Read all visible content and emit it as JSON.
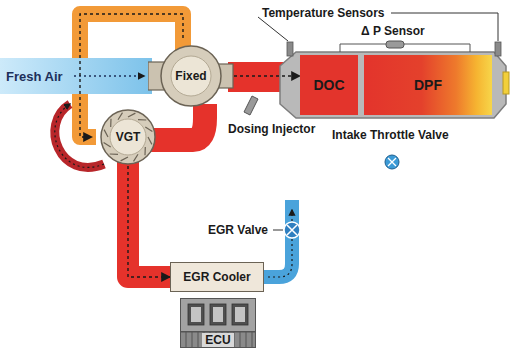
{
  "diagram": {
    "nodes": [
      {
        "text": [
          "Fixed"
        ]
      },
      {
        "text": [
          "VGT"
        ]
      },
      {
        "text": [
          "DOC"
        ]
      },
      {
        "text": [
          "DPF"
        ]
      },
      {
        "text": [
          "EGR Cooler"
        ]
      },
      {
        "text": [
          "ECU"
        ]
      }
    ],
    "edges": [
      {
        "from": 0,
        "to": 1,
        "arrow": "to"
      },
      {
        "from": 0,
        "to": 2,
        "arrow": "to"
      },
      {
        "from": 1,
        "to": 4,
        "arrow": "to"
      }
    ],
    "labels": [
      "Temperature Sensors",
      "Δ P Sensor",
      "Fresh Air",
      "Dosing Injector",
      "Intake Throttle Valve",
      "EGR Valve"
    ]
  }
}
